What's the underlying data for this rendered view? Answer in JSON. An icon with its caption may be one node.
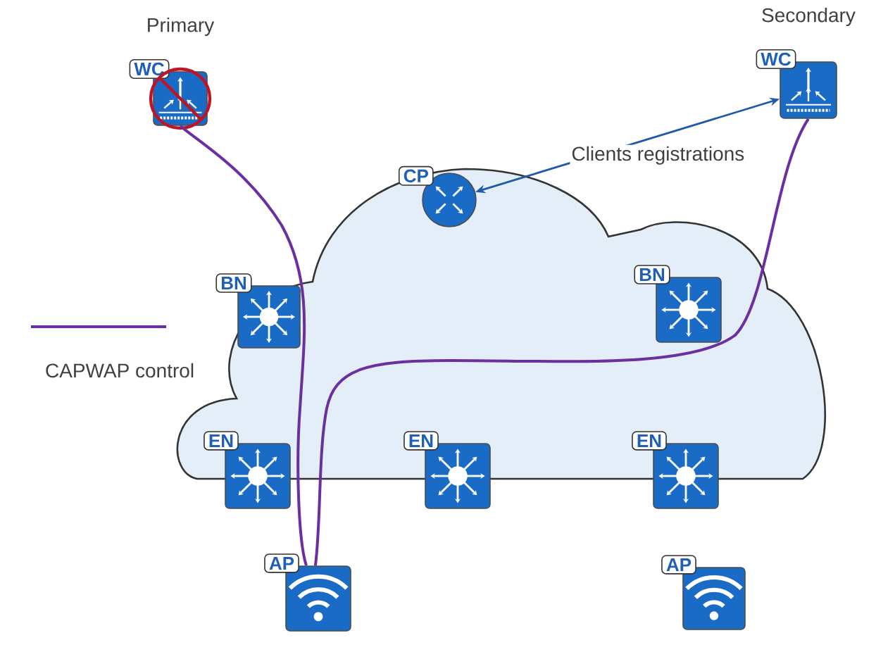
{
  "diagram": {
    "nodes": [
      {
        "text": [
          "WC"
        ],
        "beside": [
          "Primary"
        ]
      },
      {
        "text": [
          "WC"
        ],
        "beside": [
          "Secondary"
        ]
      },
      {
        "text": [
          "CP"
        ]
      },
      {
        "text": [
          "BN"
        ]
      },
      {
        "text": [
          "BN"
        ]
      },
      {
        "text": [
          "EN"
        ]
      },
      {
        "text": [
          "EN"
        ]
      },
      {
        "text": [
          "EN"
        ]
      },
      {
        "text": [
          "AP"
        ]
      },
      {
        "text": [
          "AP"
        ]
      }
    ],
    "edges": [
      {
        "from": 2,
        "to": 1,
        "arrow": "both",
        "label": "Clients registrations",
        "color": "#1f5aa8"
      },
      {
        "from": 8,
        "to": 0,
        "arrow": "none"
      },
      {
        "from": 8,
        "to": 1,
        "arrow": "none"
      }
    ],
    "legend": [
      {
        "text": "CAPWAP control"
      }
    ]
  }
}
